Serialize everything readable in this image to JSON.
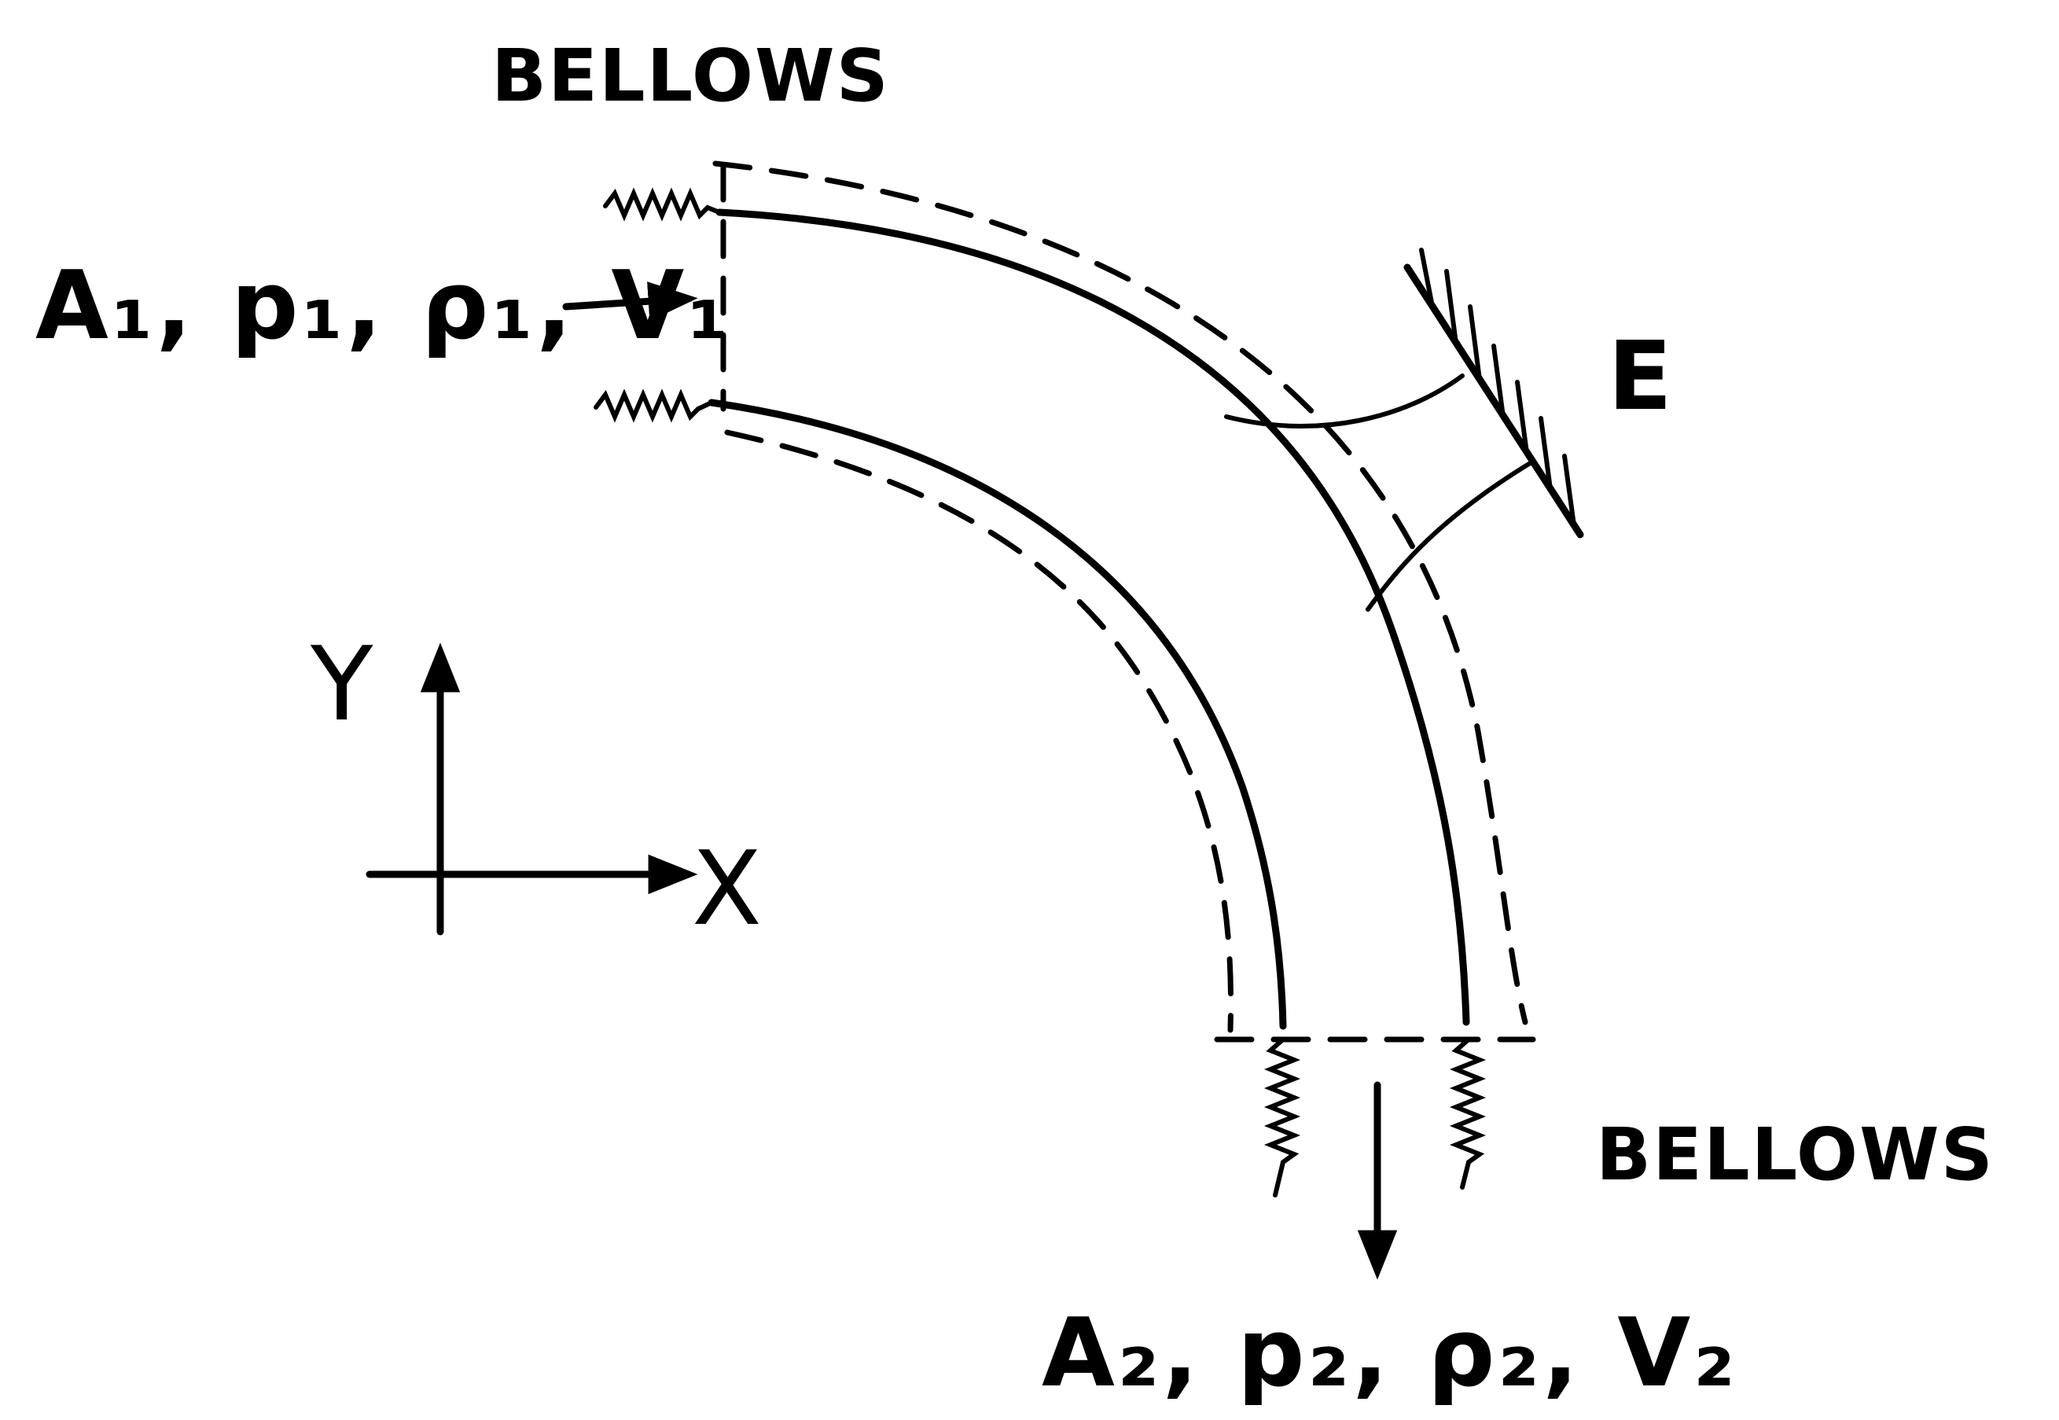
{
  "labels": {
    "bellows_top": "BELLOWS",
    "bellows_bottom": "BELLOWS",
    "inlet": "A₁, p₁, ρ₁, V₁",
    "outlet": "A₂, p₂, ρ₂, V₂",
    "wall": "E",
    "axis_y": "Y",
    "axis_x": "X"
  }
}
